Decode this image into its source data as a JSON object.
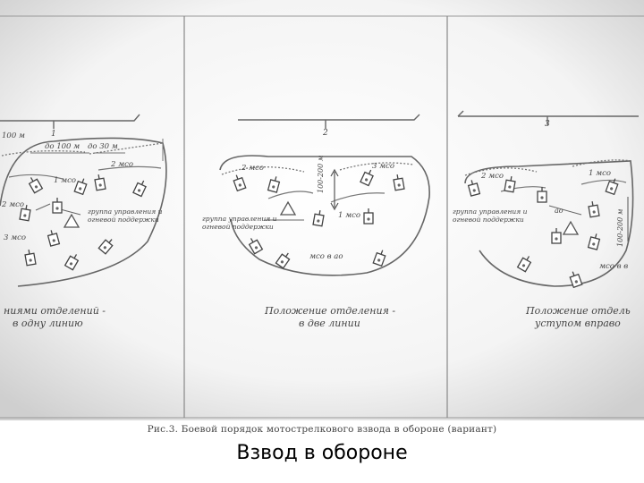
{
  "slide_title": "Взвод в обороне",
  "figure_caption": "Рис.3. Боевой порядок мотострелкового взвода в обороне (вариант)",
  "panels": [
    {
      "caption_line1": "ниями отделений -",
      "caption_line2": "в одну линию",
      "labels": {
        "width_top": "1",
        "dist_full": "100 м",
        "dist_100": "до 100 м",
        "dist_30": "до 30 м",
        "squad_2": "2 мсо",
        "squad_1": "1 мсо",
        "squad_3": "3 мсо",
        "control_group": "группа управления и огневой поддержки",
        "side_2": "2 мсо"
      }
    },
    {
      "caption_line1": "Положение отделения -",
      "caption_line2": "в две линии",
      "labels": {
        "width_top": "2",
        "dist_depth": "100-200 м",
        "squad_2": "2 мсо",
        "squad_3": "3 мсо",
        "squad_1": "1 мсо",
        "control_group": "группа управления и огневой поддержки",
        "squad_bottom": "мсо в ао"
      }
    },
    {
      "caption_line1": "Положение отдель",
      "caption_line2": "уступом вправо",
      "labels": {
        "width_top": "3",
        "squad_2": "2 мсо",
        "squad_1": "1 мсо",
        "control_group": "группа управления и огневой поддержки",
        "dist_depth": "100-200 м",
        "squad_bottom": "мсо в в",
        "side_mark": "ао"
      }
    }
  ]
}
